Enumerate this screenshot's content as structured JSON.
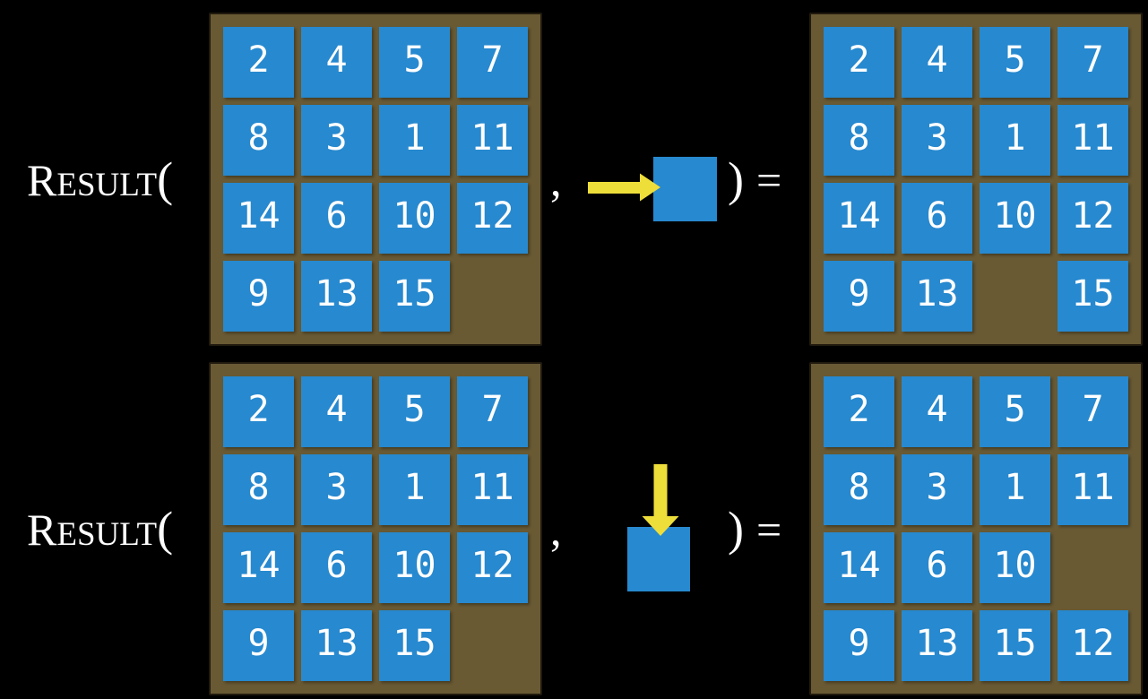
{
  "colors": {
    "bg": "#000000",
    "board": "#695a34",
    "board_border": "#211a0e",
    "tile": "#2789cf",
    "tile_text": "#ffffff",
    "arrow": "#eede3a",
    "text": "#ffffff"
  },
  "rows": [
    {
      "label_cap": "R",
      "label_smallcaps": "ESULT",
      "open_paren": "(",
      "comma": ",",
      "move": {
        "direction": "right",
        "icon": "arrow-right-icon"
      },
      "close_paren": ")",
      "equals": "=",
      "state_before": [
        [
          2,
          4,
          5,
          7
        ],
        [
          8,
          3,
          1,
          11
        ],
        [
          14,
          6,
          10,
          12
        ],
        [
          9,
          13,
          15,
          null
        ]
      ],
      "state_after": [
        [
          2,
          4,
          5,
          7
        ],
        [
          8,
          3,
          1,
          11
        ],
        [
          14,
          6,
          10,
          12
        ],
        [
          9,
          13,
          null,
          15
        ]
      ]
    },
    {
      "label_cap": "R",
      "label_smallcaps": "ESULT",
      "open_paren": "(",
      "comma": ",",
      "move": {
        "direction": "down",
        "icon": "arrow-down-icon"
      },
      "close_paren": ")",
      "equals": "=",
      "state_before": [
        [
          2,
          4,
          5,
          7
        ],
        [
          8,
          3,
          1,
          11
        ],
        [
          14,
          6,
          10,
          12
        ],
        [
          9,
          13,
          15,
          null
        ]
      ],
      "state_after": [
        [
          2,
          4,
          5,
          7
        ],
        [
          8,
          3,
          1,
          11
        ],
        [
          14,
          6,
          10,
          null
        ],
        [
          9,
          13,
          15,
          12
        ]
      ]
    }
  ]
}
